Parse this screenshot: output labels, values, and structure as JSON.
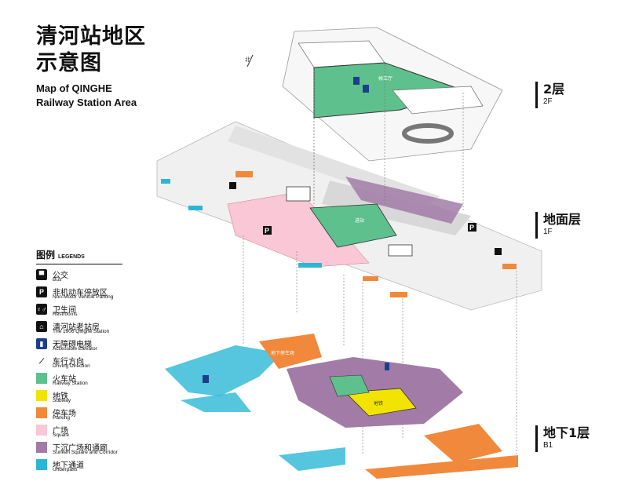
{
  "title": {
    "zh_line1": "清河站地区",
    "zh_line2": "示意图",
    "en_line1": "Map of QINGHE",
    "en_line2": "Railway Station Area"
  },
  "floors": [
    {
      "zh": "2层",
      "en": "2F"
    },
    {
      "zh": "地面层",
      "en": "1F"
    },
    {
      "zh": "地下1层",
      "en": "B1"
    }
  ],
  "legend": {
    "heading_zh": "图例",
    "heading_en": "LEGENDS",
    "items": [
      {
        "zh": "公交",
        "en": "Bus",
        "icon": "bus-icon"
      },
      {
        "zh": "非机动车停放区",
        "en": "Non-Motor Vehicle Parking",
        "icon": "parking-p-icon"
      },
      {
        "zh": "卫生间",
        "en": "Restrooms",
        "icon": "restroom-icon"
      },
      {
        "zh": "清河站老站房",
        "en": "The 1906 Qinghe Station",
        "icon": "old-station-icon"
      },
      {
        "zh": "无障碍电梯",
        "en": "Accessible Elevator",
        "icon": "elevator-icon"
      },
      {
        "zh": "车行方向",
        "en": "Driving Direction",
        "icon": "arrow-icon"
      },
      {
        "zh": "火车站",
        "en": "Railway Station",
        "color": "#5ec08c"
      },
      {
        "zh": "地铁",
        "en": "Subway",
        "color": "#f2e400"
      },
      {
        "zh": "停车场",
        "en": "Parking",
        "color": "#f0893c"
      },
      {
        "zh": "广场",
        "en": "Square",
        "color": "#f9c7d6"
      },
      {
        "zh": "下沉广场和通廊",
        "en": "Sunken Square and Corridor",
        "color": "#a27ba7"
      },
      {
        "zh": "地下通道",
        "en": "Underpass",
        "color": "#2cb6d6"
      }
    ]
  },
  "map_labels": {
    "north": "北",
    "f2_station": "候车厅",
    "f1_station": "进站",
    "b1_parking": "地下停车场",
    "b1_subway": "地铁"
  },
  "colors": {
    "station": "#5ec08c",
    "subway": "#f2e400",
    "parking": "#f0893c",
    "square": "#f9c7d6",
    "corridor": "#a27ba7",
    "underpass": "#2cb6d6",
    "road": "#e9e9e9"
  }
}
